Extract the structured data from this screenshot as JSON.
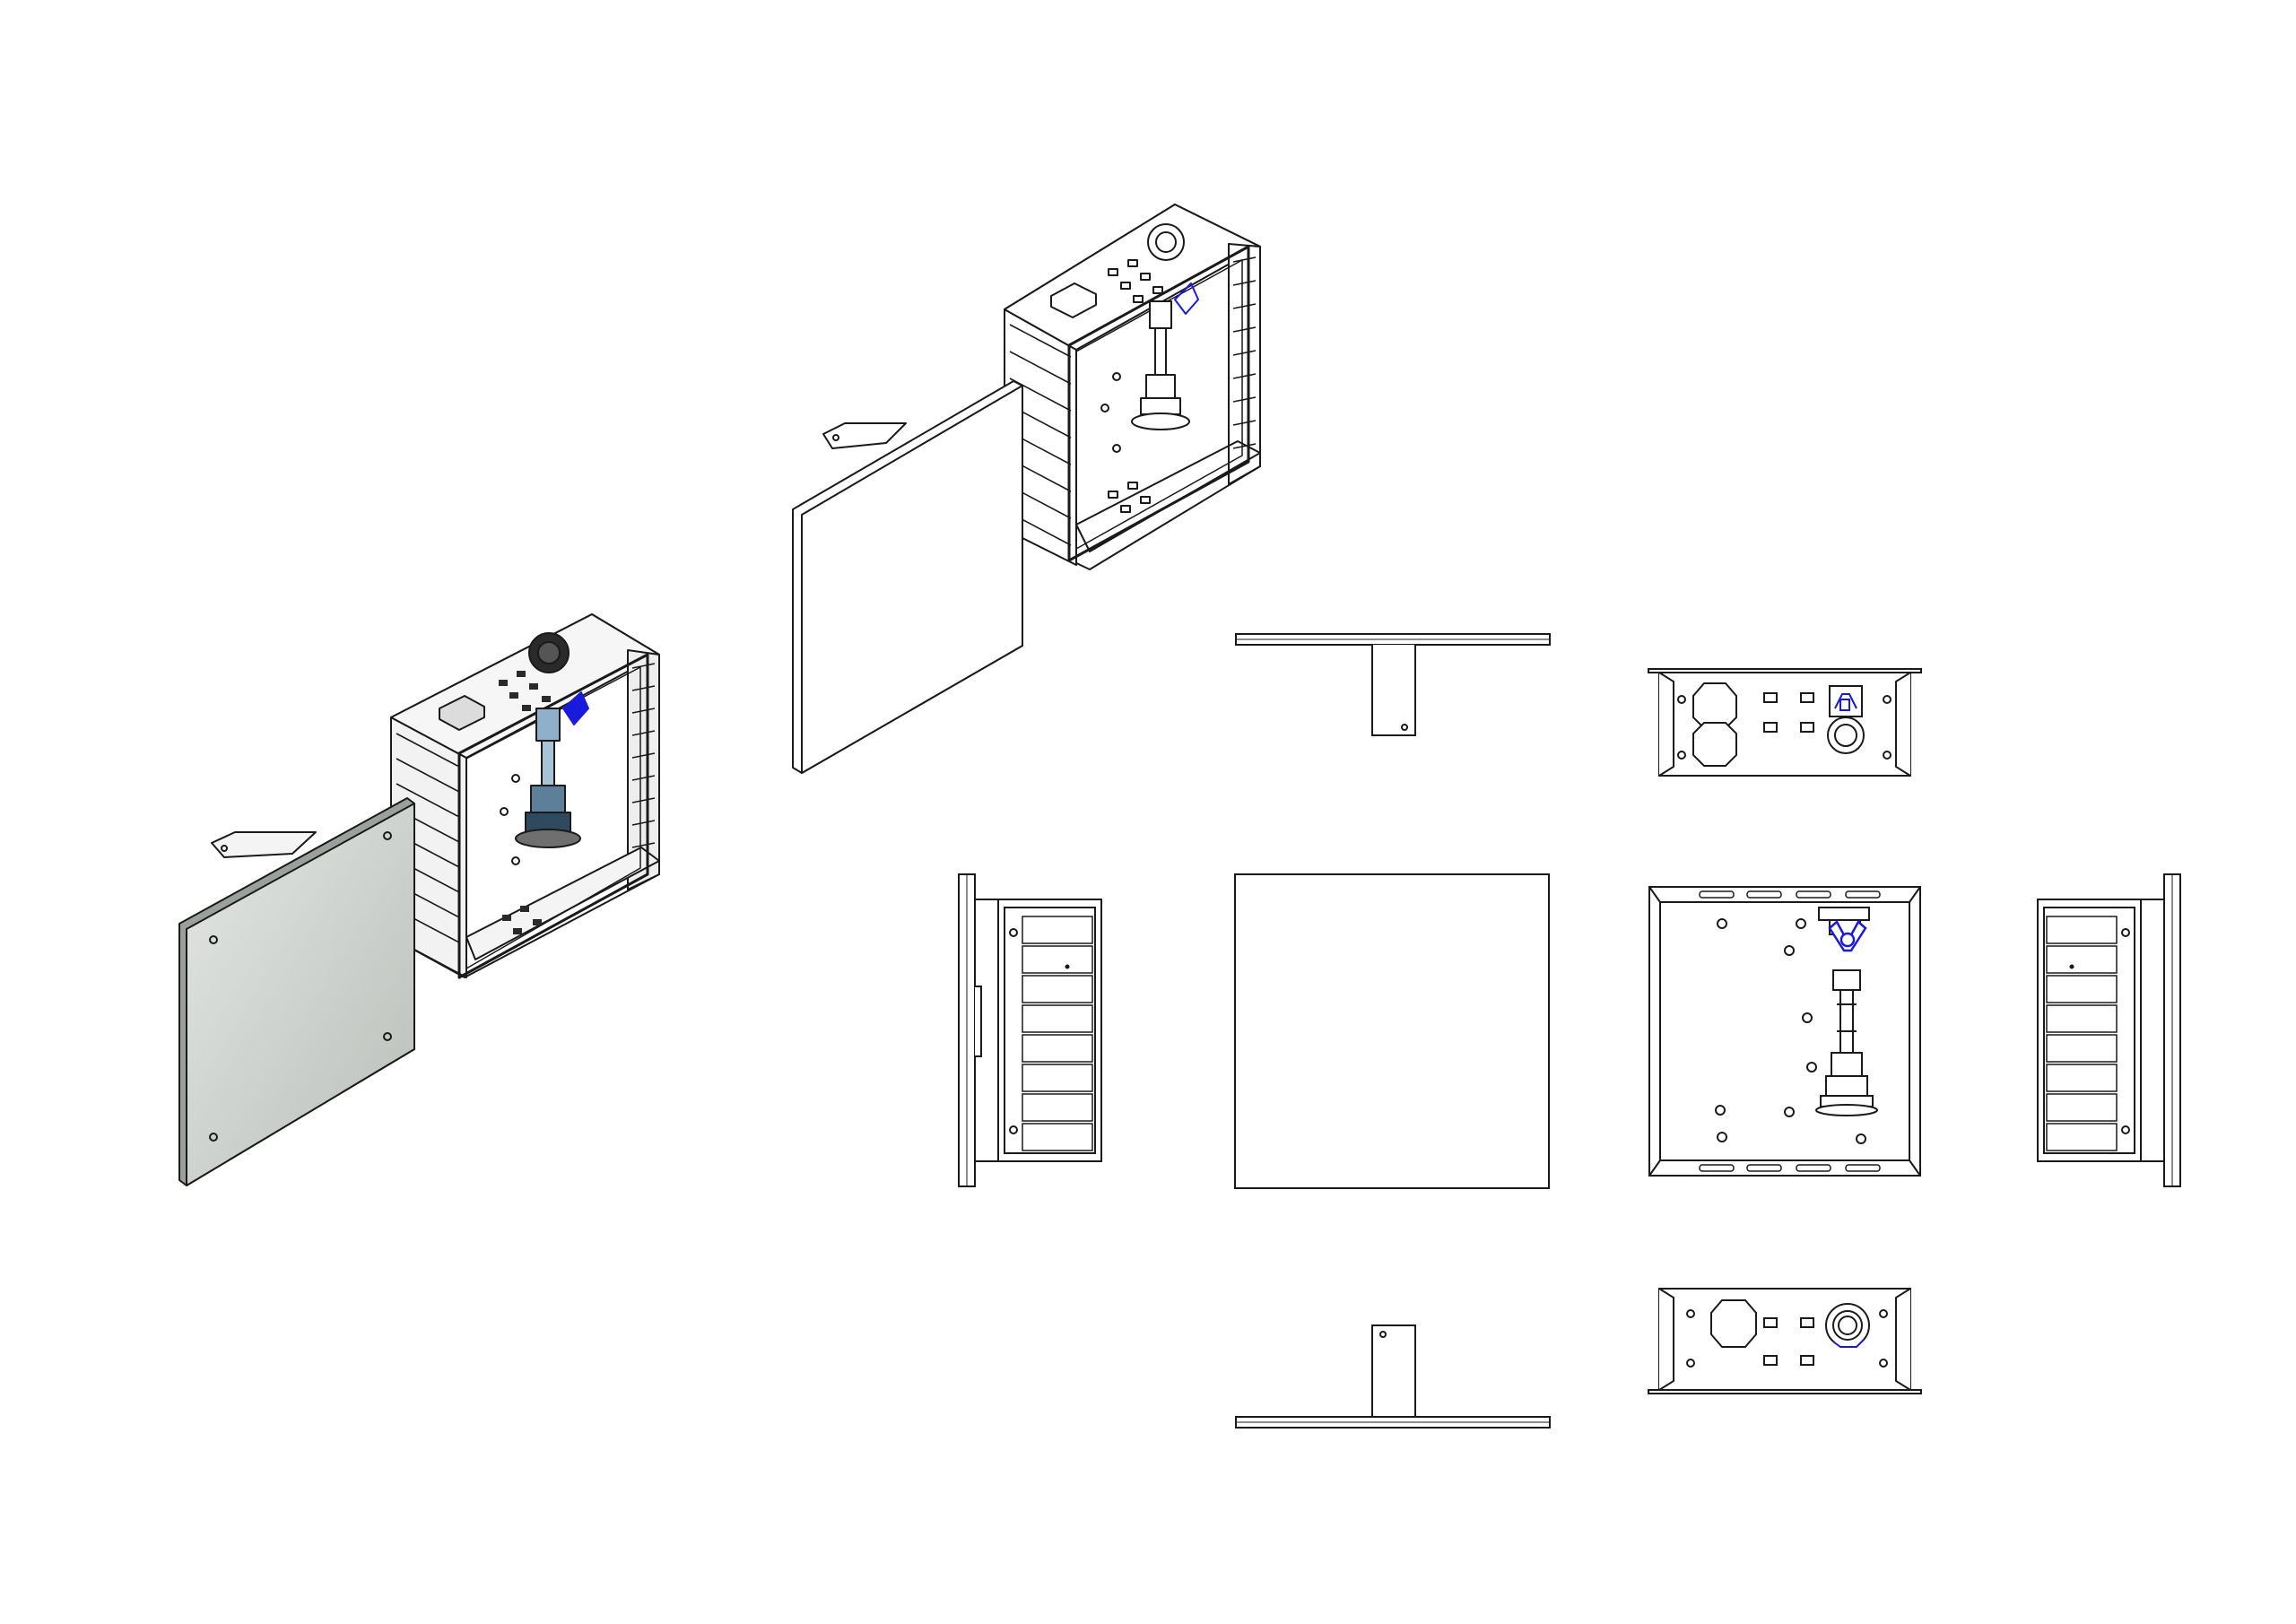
{
  "drawing": {
    "background": "#ffffff",
    "line_color": "#1a1a1a",
    "valve_color": "#1a1adc",
    "panel_fill": "#c7ccc7",
    "fitting_fill": "#8fb0c8",
    "views": [
      {
        "id": "iso-shaded",
        "label": ""
      },
      {
        "id": "iso-line",
        "label": ""
      },
      {
        "id": "top-view",
        "label": ""
      },
      {
        "id": "top-view-box",
        "label": ""
      },
      {
        "id": "left-view",
        "label": ""
      },
      {
        "id": "front-view",
        "label": ""
      },
      {
        "id": "front-view-box",
        "label": ""
      },
      {
        "id": "right-view",
        "label": ""
      },
      {
        "id": "bottom-view",
        "label": ""
      },
      {
        "id": "bottom-view-box",
        "label": ""
      }
    ]
  }
}
